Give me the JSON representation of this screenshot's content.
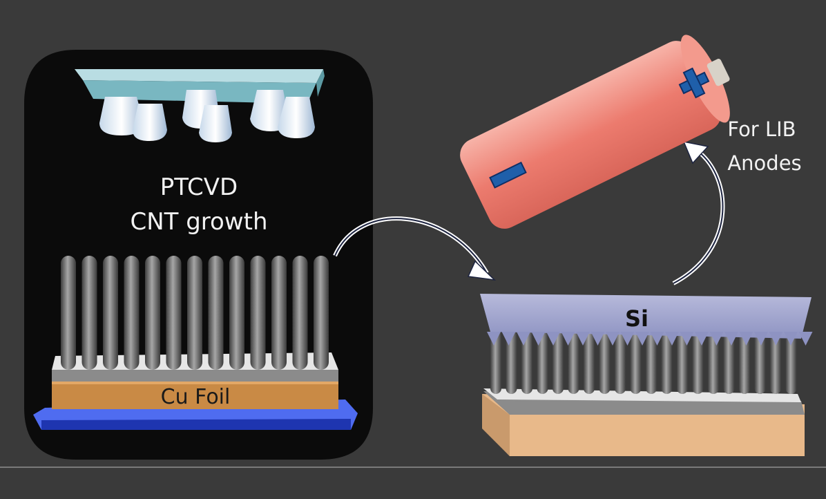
{
  "panel": {
    "line1": "PTCVD",
    "line2": "CNT growth",
    "substrate_label": "Cu Foil"
  },
  "result": {
    "coating_label": "Si"
  },
  "application": {
    "line1": "For LIB",
    "line2": "Anodes"
  },
  "battery": {
    "positive_symbol": "+",
    "negative_symbol": "−"
  },
  "colors": {
    "background": "#3a3a3a",
    "panel": "#0b0b0b",
    "copper": "#c98a45",
    "substrate_blue": "#2c47c9",
    "battery": "#ec7b6e",
    "terminal": "#1f5faa",
    "silicon": "#9a9ec9",
    "foil_tan": "#e8b98a"
  }
}
